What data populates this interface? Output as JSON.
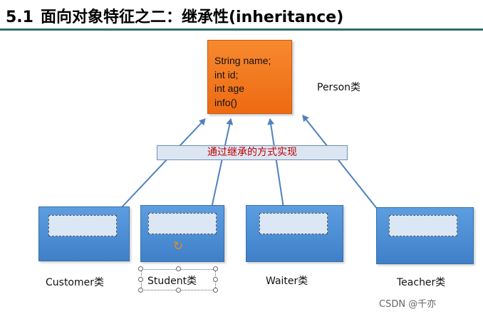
{
  "slide": {
    "section_number": "5.1",
    "title": "面向对象特征之二：继承性(inheritance)",
    "accent_color": "#2d6e6a"
  },
  "person_box": {
    "fields": [
      "String name;",
      "int id;",
      "int age",
      "info()"
    ],
    "fill_color": "#f07a22"
  },
  "person_label": "Person类",
  "inheritance_bar": {
    "text": "通过继承的方式实现",
    "text_color": "#c00000"
  },
  "classes": [
    {
      "label": "Customer类"
    },
    {
      "label": "Student类"
    },
    {
      "label": "Waiter类"
    },
    {
      "label": "Teacher类"
    }
  ],
  "selection": {
    "rotate_icon": "rotate-handle-icon"
  },
  "watermark": "CSDN @千亦"
}
